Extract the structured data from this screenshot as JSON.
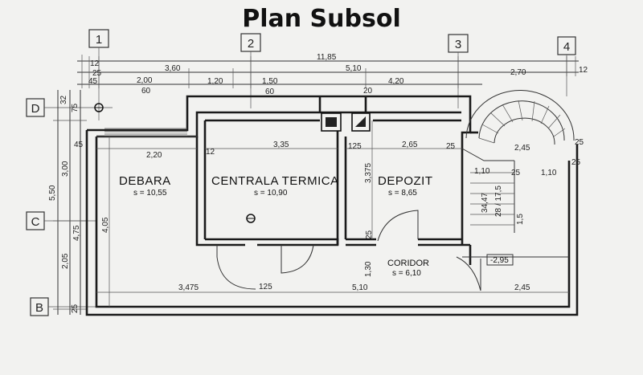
{
  "title": "Plan Subsol",
  "axes": {
    "columns": [
      "1",
      "2",
      "3",
      "4"
    ],
    "rows": [
      "D",
      "C",
      "B"
    ]
  },
  "rooms": [
    {
      "name": "DEBARA",
      "area": "s = 10,55"
    },
    {
      "name": "CENTRALA TERMICA",
      "area": "s = 10,90"
    },
    {
      "name": "DEPOZIT",
      "area": "s = 8,65"
    },
    {
      "name": "CORIDOR",
      "area": "s = 6,10"
    }
  ],
  "level": "-2,95",
  "dims_top": {
    "total": "11,85",
    "d1": "3,60",
    "d2": "5,10",
    "d3": "2,70",
    "d4": "12",
    "r2_a": "2,00",
    "r2_a2": "60",
    "r2_b": "1,20",
    "r2_c": "1,50",
    "r2_c2": "60",
    "r2_d": "20",
    "r2_e": "4,20",
    "small_a": "12",
    "small_b": "45",
    "small_c": "25"
  },
  "dims_left": {
    "total": "5,50",
    "l1": "3,00",
    "l2": "4,75",
    "l3": "2,05",
    "l4": "32",
    "l5": "75",
    "l6": "45",
    "l7": "25"
  },
  "dims_interior": {
    "debara_w": "2,20",
    "centrala_w": "3,35",
    "depozit_w": "2,65",
    "depozit_h": "3,375",
    "centrala_h": "4,05",
    "coridor_h": "1,30",
    "bottom_a": "3,475",
    "bottom_b": "5,10",
    "bottom_c": "2,45",
    "wall_12": "12",
    "wall_125": "125",
    "wall_25": "25",
    "stair_a": "1,10",
    "stair_b": "1,10",
    "stair_c": "2,45",
    "stair_d": "28 / 17,5",
    "stair_e": "1,5",
    "stair_f": "34,47",
    "stair_25": "25",
    "stair_25b": "25",
    "stair_25c": "25",
    "dep_125": "125",
    "dep_25": "25"
  }
}
